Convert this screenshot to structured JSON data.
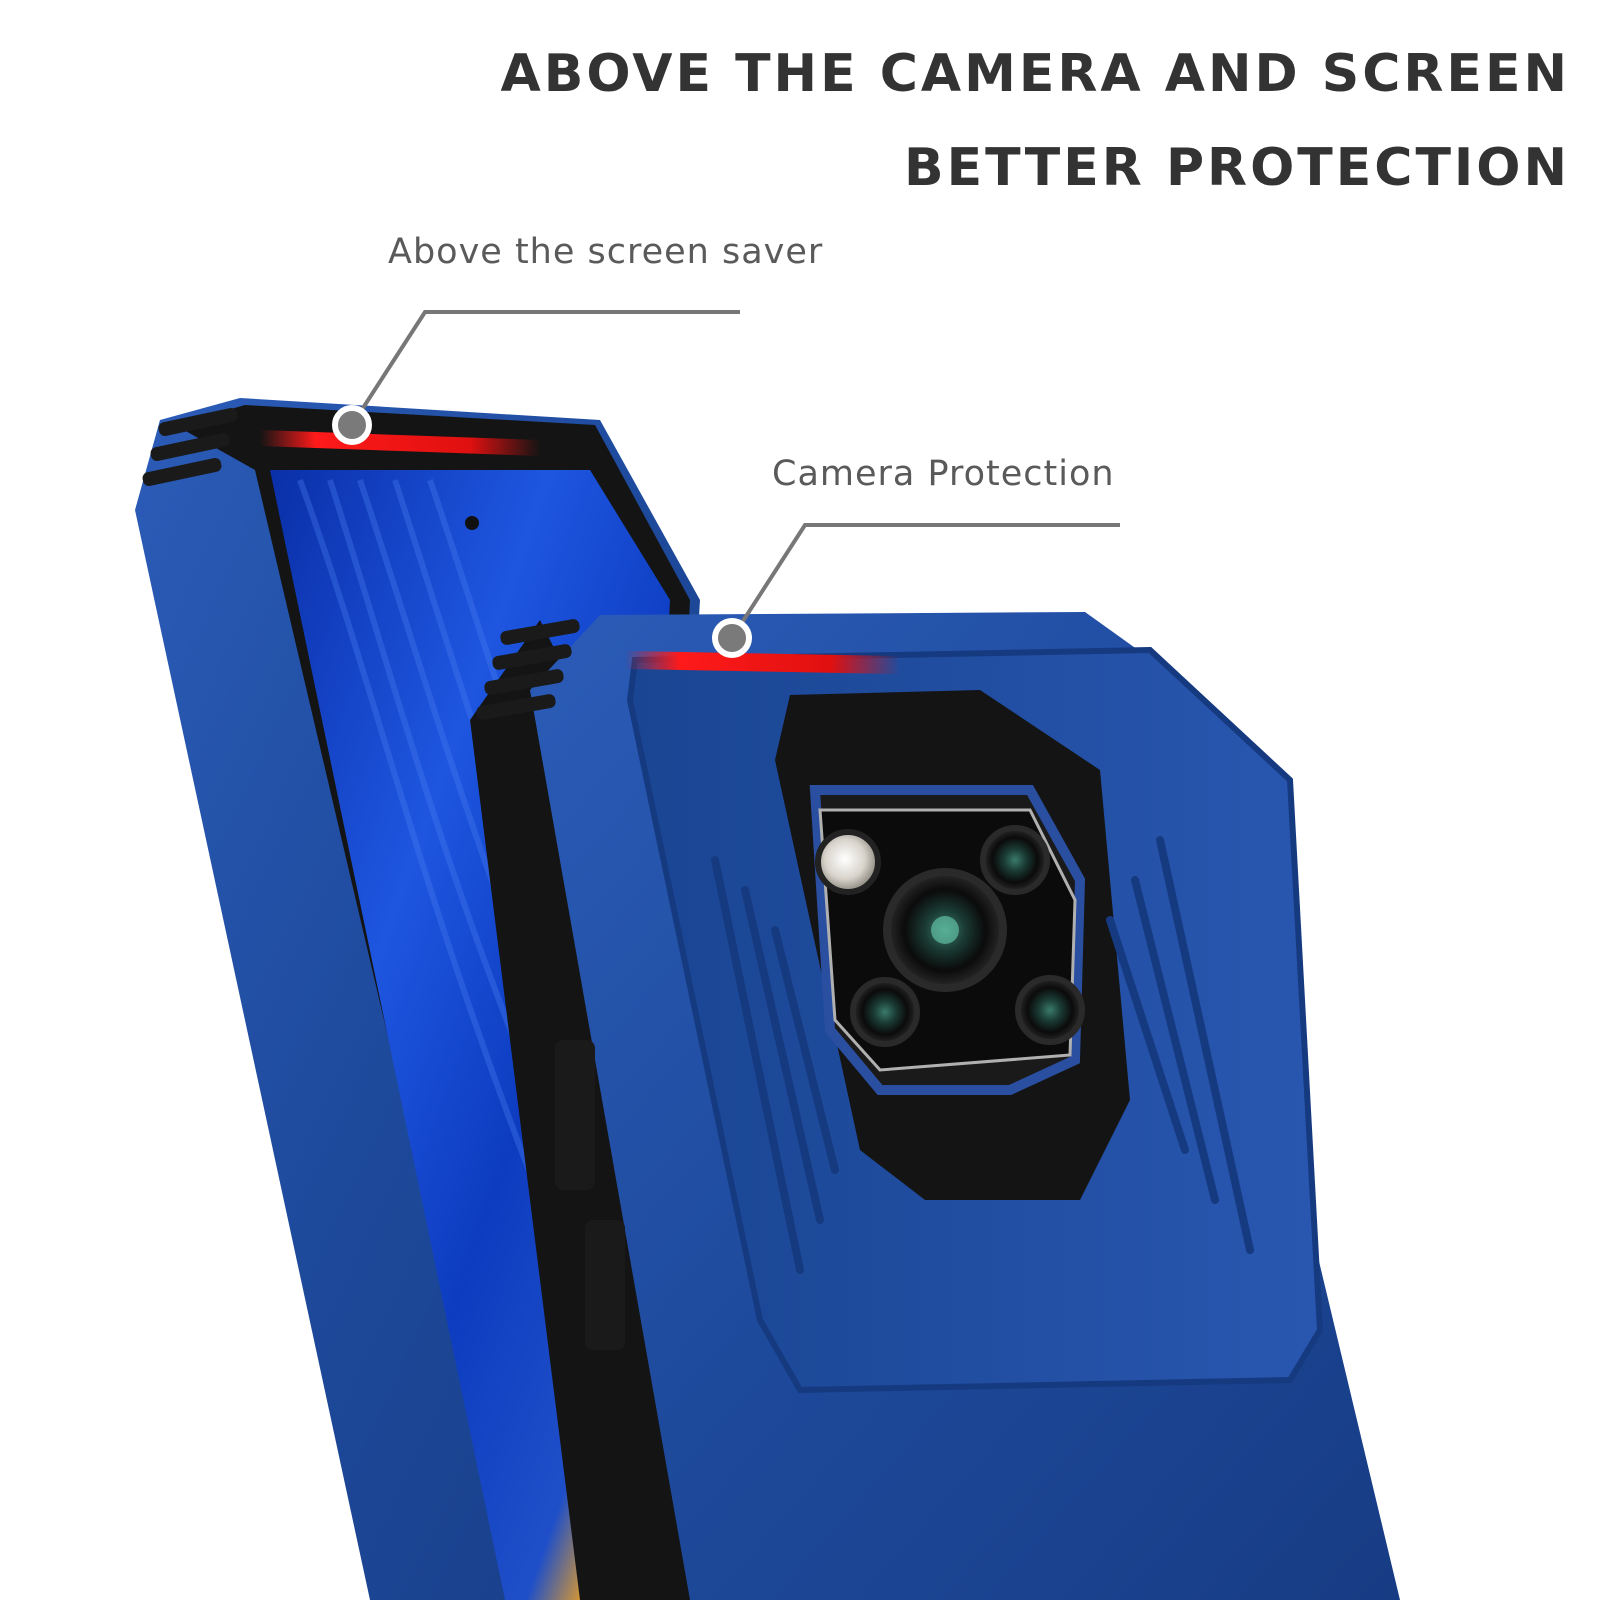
{
  "headline": {
    "line1": "ABOVE THE CAMERA AND SCREEN",
    "line2": "BETTER PROTECTION"
  },
  "callouts": {
    "screen": "Above the screen saver",
    "camera": "Camera Protection"
  },
  "colors": {
    "case_blue": "#1f4fa0",
    "bumper_black": "#141414",
    "highlight_red": "#e01010",
    "text_gray": "#333333",
    "leader_gray": "#777777"
  }
}
